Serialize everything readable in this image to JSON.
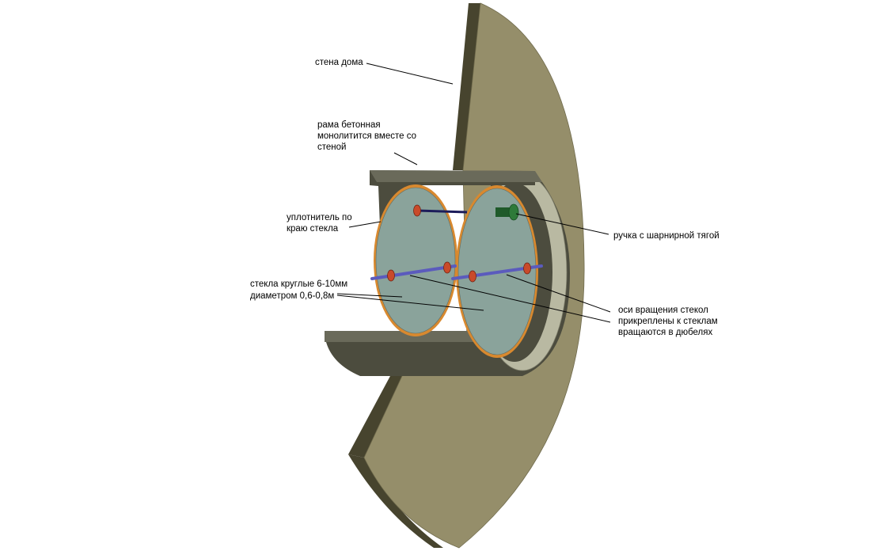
{
  "labels": {
    "wall": "стена дома",
    "frame": [
      "рама бетонная",
      "монолитится вместе со",
      "стеной"
    ],
    "seal": [
      "уплотнитель по",
      "краю стекла"
    ],
    "glass": [
      "стекла круглые 6-10мм",
      "диаметром 0,6-0,8м"
    ],
    "handle": "ручка с шарнирной тягой",
    "axes": [
      "оси вращения стекол",
      "прикреплены к стеклам",
      "вращаются в дюбелях"
    ]
  },
  "colors": {
    "wall_face": "#958e6a",
    "wall_edge": "#47442e",
    "frame_top": "#6a6a5a",
    "frame_side": "#4c4c3e",
    "frame_inner": "#b9b9a2",
    "glass": "#8aa39b",
    "seal": "#d8892f",
    "axis": "#5b5bbd",
    "pin": "#c94a2a",
    "handle": "#2e7a3a"
  }
}
